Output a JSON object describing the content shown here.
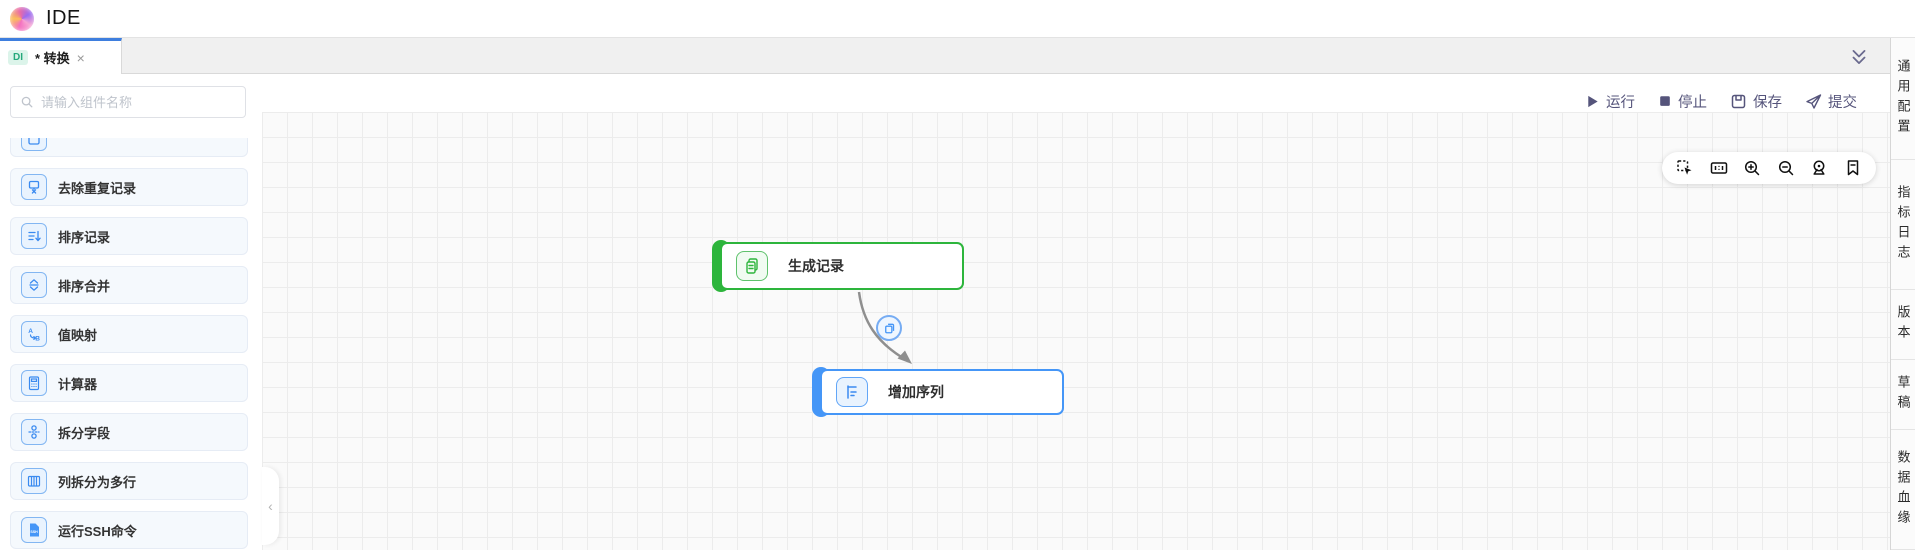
{
  "header": {
    "title": "IDE"
  },
  "tab_bar": {
    "active_tab": {
      "badge": "DI",
      "label": "* 转换",
      "close_label": "×"
    },
    "collapse_icon": "double-chevron-down"
  },
  "actions": {
    "run": "运行",
    "stop": "停止",
    "save": "保存",
    "submit": "提交"
  },
  "sidebar": {
    "search_placeholder": "请输入组件名称",
    "items": [
      {
        "label": "",
        "icon": "component-icon",
        "partial": true
      },
      {
        "label": "去除重复记录",
        "icon": "deduplicate-icon"
      },
      {
        "label": "排序记录",
        "icon": "sort-records-icon"
      },
      {
        "label": "排序合并",
        "icon": "sort-merge-icon"
      },
      {
        "label": "值映射",
        "icon": "value-mapping-icon"
      },
      {
        "label": "计算器",
        "icon": "calculator-icon"
      },
      {
        "label": "拆分字段",
        "icon": "split-field-icon"
      },
      {
        "label": "列拆分为多行",
        "icon": "column-split-icon"
      },
      {
        "label": "运行SSH命令",
        "icon": "ssh-command-icon"
      }
    ]
  },
  "canvas": {
    "nodes": [
      {
        "label": "生成记录",
        "accent": "#2db53c",
        "icon": "generate-records-icon"
      },
      {
        "label": "增加序列",
        "accent": "#4596f7",
        "icon": "add-sequence-icon"
      }
    ],
    "connector": {
      "from": "生成记录",
      "to": "增加序列",
      "badge_icon": "copy-icon"
    },
    "tools": [
      "select",
      "minimap",
      "zoom-in",
      "zoom-out",
      "locate",
      "bookmark"
    ]
  },
  "right_rail": {
    "items": [
      {
        "label": "通用配置"
      },
      {
        "label": "指标日志"
      },
      {
        "label": "版本"
      },
      {
        "label": "草稿"
      },
      {
        "label": "数据血缘"
      }
    ]
  },
  "colors": {
    "tab_accent": "#3e7ede",
    "node_green": "#2db53c",
    "node_blue": "#4596f7",
    "badge_green": "#25a87b",
    "toolbar_text": "#55547b",
    "grid_line": "#ececec"
  }
}
